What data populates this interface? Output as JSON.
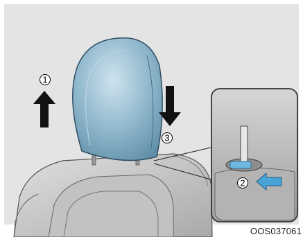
{
  "steps": {
    "step1": "1",
    "step2": "2",
    "step3": "3"
  },
  "figure_code": "OOS037061",
  "colors": {
    "background_panel": "#e4e4e4",
    "headrest_fill": "#8fb7cc",
    "seat_fill": "#c9c9c9",
    "arrow_black": "#111111",
    "arrow_blue": "#4aa3d6"
  },
  "icons": {
    "up_arrow": "arrow-up-icon",
    "down_arrow": "arrow-down-icon",
    "push_arrow": "arrow-left-icon"
  }
}
